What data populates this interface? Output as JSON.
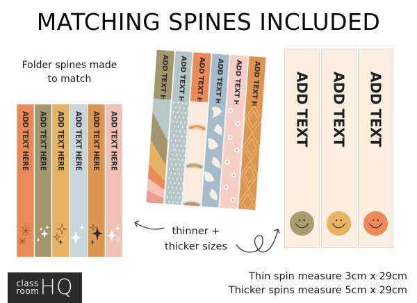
{
  "header": {
    "title": "MATCHING SPINES INCLUDED"
  },
  "folder_section": {
    "caption_line1": "Folder spines made",
    "caption_line2": "to match",
    "spines": [
      {
        "label": "ADD TEXT HERE",
        "color": "#ea8a56",
        "decor": "burst-sparkles"
      },
      {
        "label": "ADD TEXT HERE",
        "color": "#a4966c",
        "decor": "white-sparkles"
      },
      {
        "label": "ADD TEXT HERE",
        "color": "#e6b263",
        "decor": "outline-sparkles"
      },
      {
        "label": "ADD TEXT HERE",
        "color": "#c9d6de",
        "decor": "white-sparkles"
      },
      {
        "label": "ADD TEXT HERE",
        "color": "#dd9650",
        "decor": "dark-sparkles"
      },
      {
        "label": "ADD TEXT HERE",
        "color": "#f1c1b7",
        "decor": "white-sparkles"
      }
    ]
  },
  "binder_thin": {
    "spines": [
      {
        "label": "ADD TEXT HERE",
        "color": "#a4966c",
        "pattern": "rays"
      },
      {
        "label": "ADD TEXT HERE",
        "color": "#b6c6c8",
        "pattern": "dots"
      },
      {
        "label": "ADD TEXT HERE",
        "color": "#ea8a56",
        "pattern": "rainbows"
      },
      {
        "label": "ADD TEXT HERE",
        "color": "#a7bccb",
        "pattern": "doves"
      },
      {
        "label": "ADD TEXT HERE",
        "color": "#f6cfc7",
        "pattern": "flowers"
      },
      {
        "label": "ADD TEXT HERE",
        "color": "#dd9650",
        "pattern": "diamonds"
      }
    ]
  },
  "binder_thick": {
    "spines": [
      {
        "label": "ADD TEXT",
        "smiley_color": "#a99c6f"
      },
      {
        "label": "ADD TEXT",
        "smiley_color": "#e8b45f"
      },
      {
        "label": "ADD TEXT",
        "smiley_color": "#ec8a58"
      }
    ],
    "background": "#fcefe2"
  },
  "note": {
    "line1": "thinner +",
    "line2": "thicker sizes"
  },
  "logo": {
    "small_top": "class",
    "small_bottom": "room",
    "big": "HQ"
  },
  "measures": {
    "thin": "Thin spin measure 3cm x 29cm",
    "thick": "Thicker spins measure 5cm x 29cm"
  }
}
